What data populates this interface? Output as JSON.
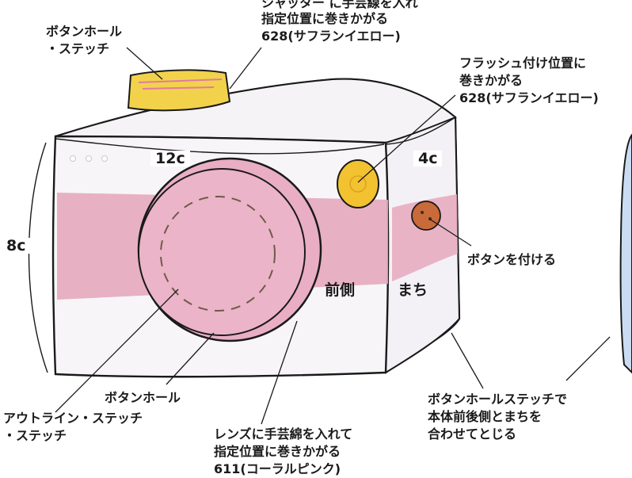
{
  "labels": {
    "shutter_line1": "シャッター に手芸線を入れ",
    "shutter_line2": "指定位置に巻きかがる",
    "shutter_line3": "628(サフランイエロー)",
    "buttonhole_top_line1": "ボタンホール",
    "buttonhole_top_line2": "・ステッチ",
    "flash_line1": "フラッシュ付け位置に",
    "flash_line2": "巻きかがる",
    "flash_line3": "628(サフランイエロー)",
    "width_dim": "12c",
    "depth_dim": "4c",
    "height_dim": "8c",
    "attach_button": "ボタンを付ける",
    "front": "前側",
    "gusset": "まち",
    "buttonhole_lens": "ボタンホール",
    "outline_line1": "アウトライン・ステッチ",
    "outline_line2": "・ステッチ",
    "lens_line1": "レンズに手芸綿を入れて",
    "lens_line2": "指定位置に巻きかがる",
    "lens_line3": "611(コーラルピンク)",
    "closing_line1": "ボタンホールステッチで",
    "closing_line2": "本体前後側とまちを",
    "closing_line3": "合わせてとじる"
  },
  "colors": {
    "ink": "#1a1a1a",
    "pink_band": "#e6a8bd",
    "lens_pink": "#e9aec3",
    "saffron": "#f2c230",
    "coral_pink": "#d98aa6",
    "button_brown": "#c96a3a",
    "stitch": "#6e5a4a",
    "body_bg": "#f4f1f6"
  },
  "icons": {
    "shutter": "shutter-button-icon",
    "flash": "flash-icon",
    "button": "button-icon",
    "lens": "lens-icon"
  }
}
